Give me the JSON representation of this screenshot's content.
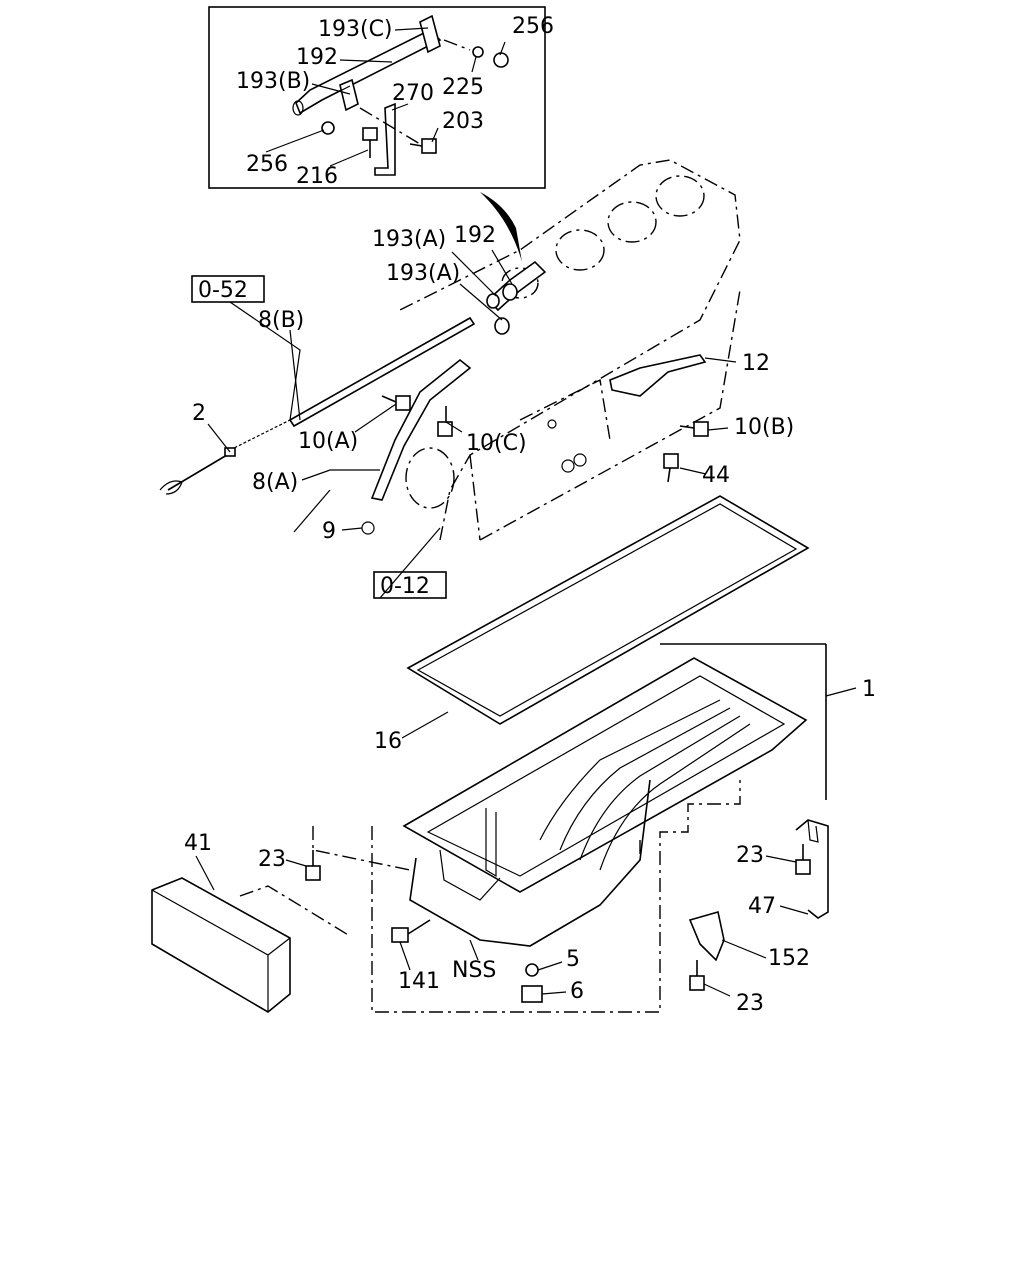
{
  "labels": {
    "l193c": "193(C)",
    "l192_top": "192",
    "l193b": "193(B)",
    "l256_top": "256",
    "l225": "225",
    "l270": "270",
    "l203": "203",
    "l256_bot": "256",
    "l216": "216",
    "l193a_1": "193(A)",
    "l192_mid": "192",
    "l193a_2": "193(A)",
    "ref052": "0-52",
    "l8b": "8(B)",
    "l12": "12",
    "l2": "2",
    "l10a": "10(A)",
    "l10c": "10(C)",
    "l10b": "10(B)",
    "l8a": "8(A)",
    "l44": "44",
    "l9": "9",
    "ref012": "0-12",
    "l1": "1",
    "l16": "16",
    "l41": "41",
    "l23_left": "23",
    "l23_right": "23",
    "l47": "47",
    "l141": "141",
    "lNSS": "NSS",
    "l5": "5",
    "l152": "152",
    "l6": "6",
    "l23_bot": "23"
  }
}
